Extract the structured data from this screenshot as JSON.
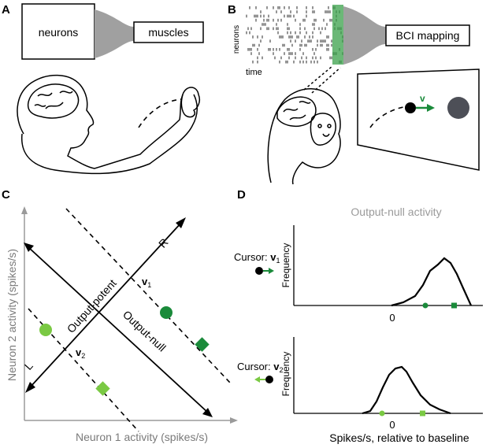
{
  "panels": {
    "a": {
      "letter": "A",
      "box_left": "neurons",
      "box_right": "muscles"
    },
    "b": {
      "letter": "B",
      "raster_ylabel": "neurons",
      "raster_xlabel": "time",
      "box": "BCI mapping",
      "velocity_label": "v"
    },
    "c": {
      "letter": "C",
      "xlabel": "Neuron 1 activity (spikes/s)",
      "ylabel": "Neuron 2 activity (spikes/s)",
      "axis_potent": "Output-potent",
      "axis_null": "Output-null",
      "end_r": "R",
      "end_l": "L",
      "v1": "v",
      "v1_sub": "1",
      "v2": "v",
      "v2_sub": "2"
    },
    "d": {
      "letter": "D",
      "title": "Output-null activity",
      "top": {
        "cursor_label": "Cursor: ",
        "v": "v",
        "sub": "1",
        "ylabel": "Frequency",
        "zero": "0"
      },
      "bottom": {
        "cursor_label": "Cursor: ",
        "v": "v",
        "sub": "2",
        "ylabel": "Frequency",
        "zero": "0"
      },
      "xlabel": "Spikes/s, relative to baseline"
    }
  },
  "colors": {
    "dark_green": "#1a8a3a",
    "light_green": "#7ac943",
    "target_gray": "#4d4f57",
    "axis_gray": "#9a9a9a",
    "band": "#3aa04a"
  }
}
